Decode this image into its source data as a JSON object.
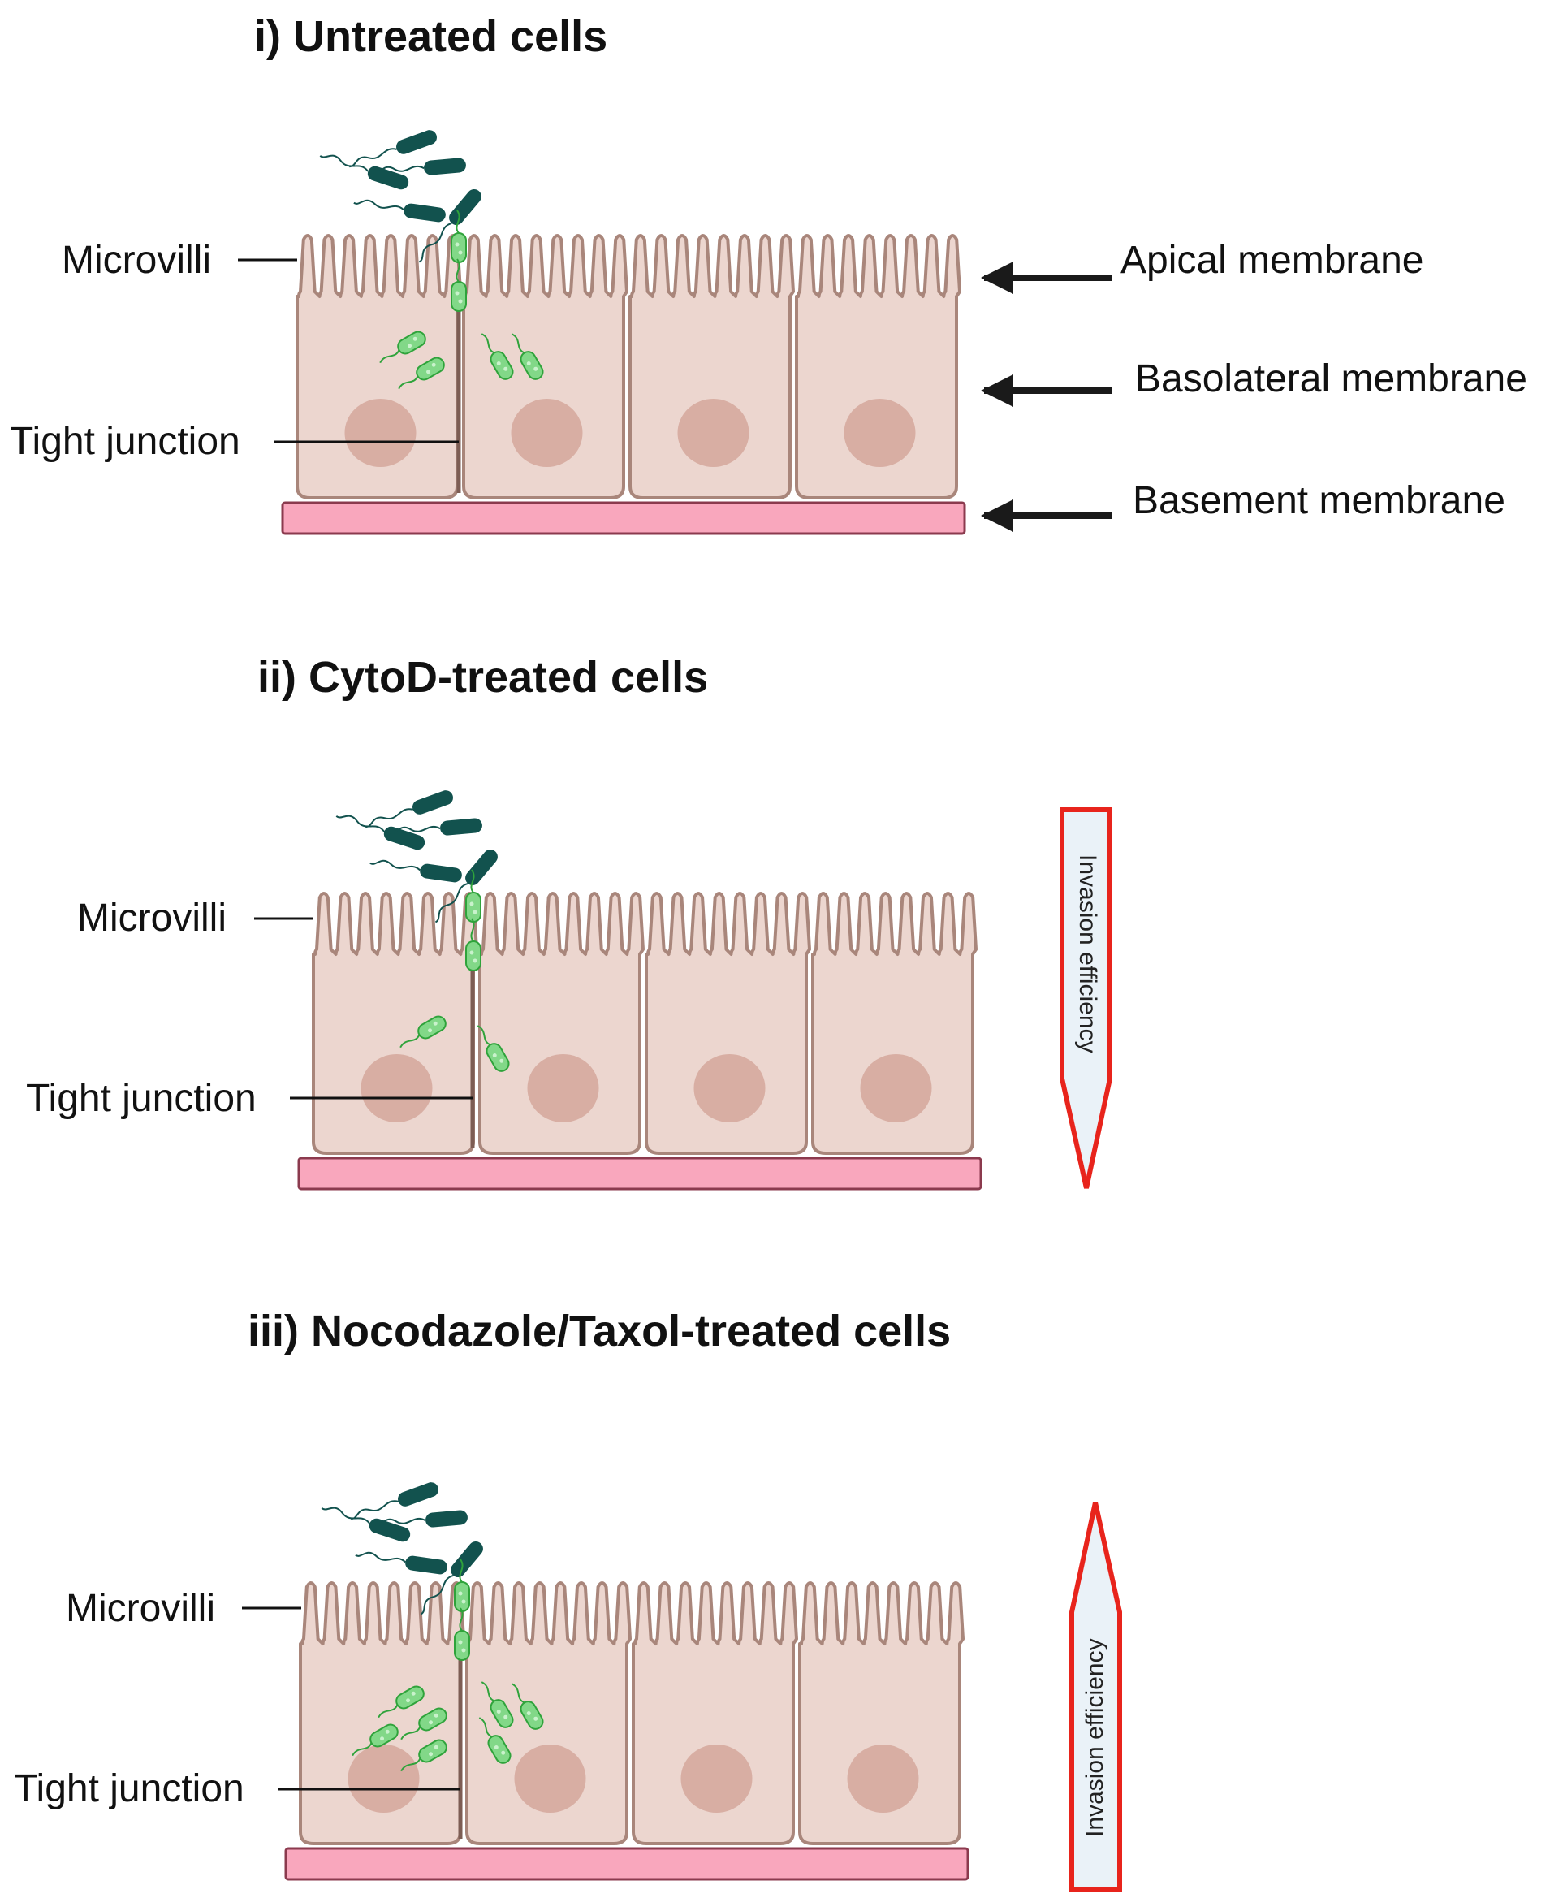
{
  "panels": [
    {
      "title": "i) Untreated cells",
      "labels": {
        "microvilli": "Microvilli",
        "tight_junction": "Tight junction"
      }
    },
    {
      "title": "ii) CytoD-treated cells",
      "labels": {
        "microvilli": "Microvilli",
        "tight_junction": "Tight junction"
      },
      "invasion_efficiency": {
        "label": "Invasion efficiency",
        "direction": "down"
      }
    },
    {
      "title": "iii) Nocodazole/Taxol-treated cells",
      "labels": {
        "microvilli": "Microvilli",
        "tight_junction": "Tight junction"
      },
      "invasion_efficiency": {
        "label": "Invasion efficiency",
        "direction": "up"
      }
    }
  ],
  "membranes": {
    "apical": "Apical membrane",
    "basolateral": "Basolateral membrane",
    "basement": "Basement membrane"
  },
  "colors": {
    "cell_fill": "#ecd6cf",
    "cell_stroke": "#a9867b",
    "nucleus": "#d8aea3",
    "basement": "#f9a7bd",
    "basement_stroke": "#8b3a4e",
    "bacteria_dark": "#12524e",
    "bacteria_green": "#82d888",
    "bacteria_green_stroke": "#2fa33b",
    "arrow_red": "#e8241c",
    "arrow_fill": "#eaf2f8"
  },
  "icons": [
    "bacterium-icon",
    "invading-bacterium-icon",
    "nucleus-icon"
  ]
}
